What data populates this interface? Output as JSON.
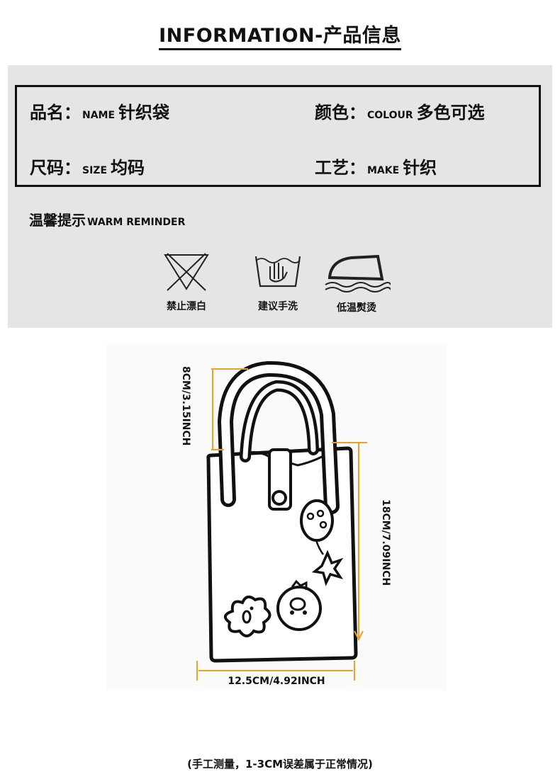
{
  "title": "INFORMATION-产品信息",
  "info": {
    "name": {
      "cn": "品名：",
      "en": "NAME",
      "value": "针织袋"
    },
    "colour": {
      "cn": "颜色：",
      "en": "COLOUR",
      "value": "多色可选"
    },
    "size": {
      "cn": "尺码：",
      "en": "SIZE",
      "value": "均码"
    },
    "make": {
      "cn": "工艺：",
      "en": "MAKE",
      "value": "针织"
    }
  },
  "reminder": {
    "cn": "温馨提示",
    "en": "WARM REMINDER"
  },
  "care_icons": [
    {
      "icon": "no-bleach-icon",
      "label": "禁止漂白"
    },
    {
      "icon": "hand-wash-icon",
      "label": "建议手洗"
    },
    {
      "icon": "low-iron-icon",
      "label": "低温熨烫"
    }
  ],
  "dimensions": {
    "handle": "8CM/3.15INCH",
    "height": "18CM/7.09INCH",
    "width": "12.5CM/4.92INCH"
  },
  "colors": {
    "dimension_line": "#f0a020",
    "panel": "#e5e5e5"
  },
  "footer": "(手工测量，1-3CM误差属于正常情况)"
}
